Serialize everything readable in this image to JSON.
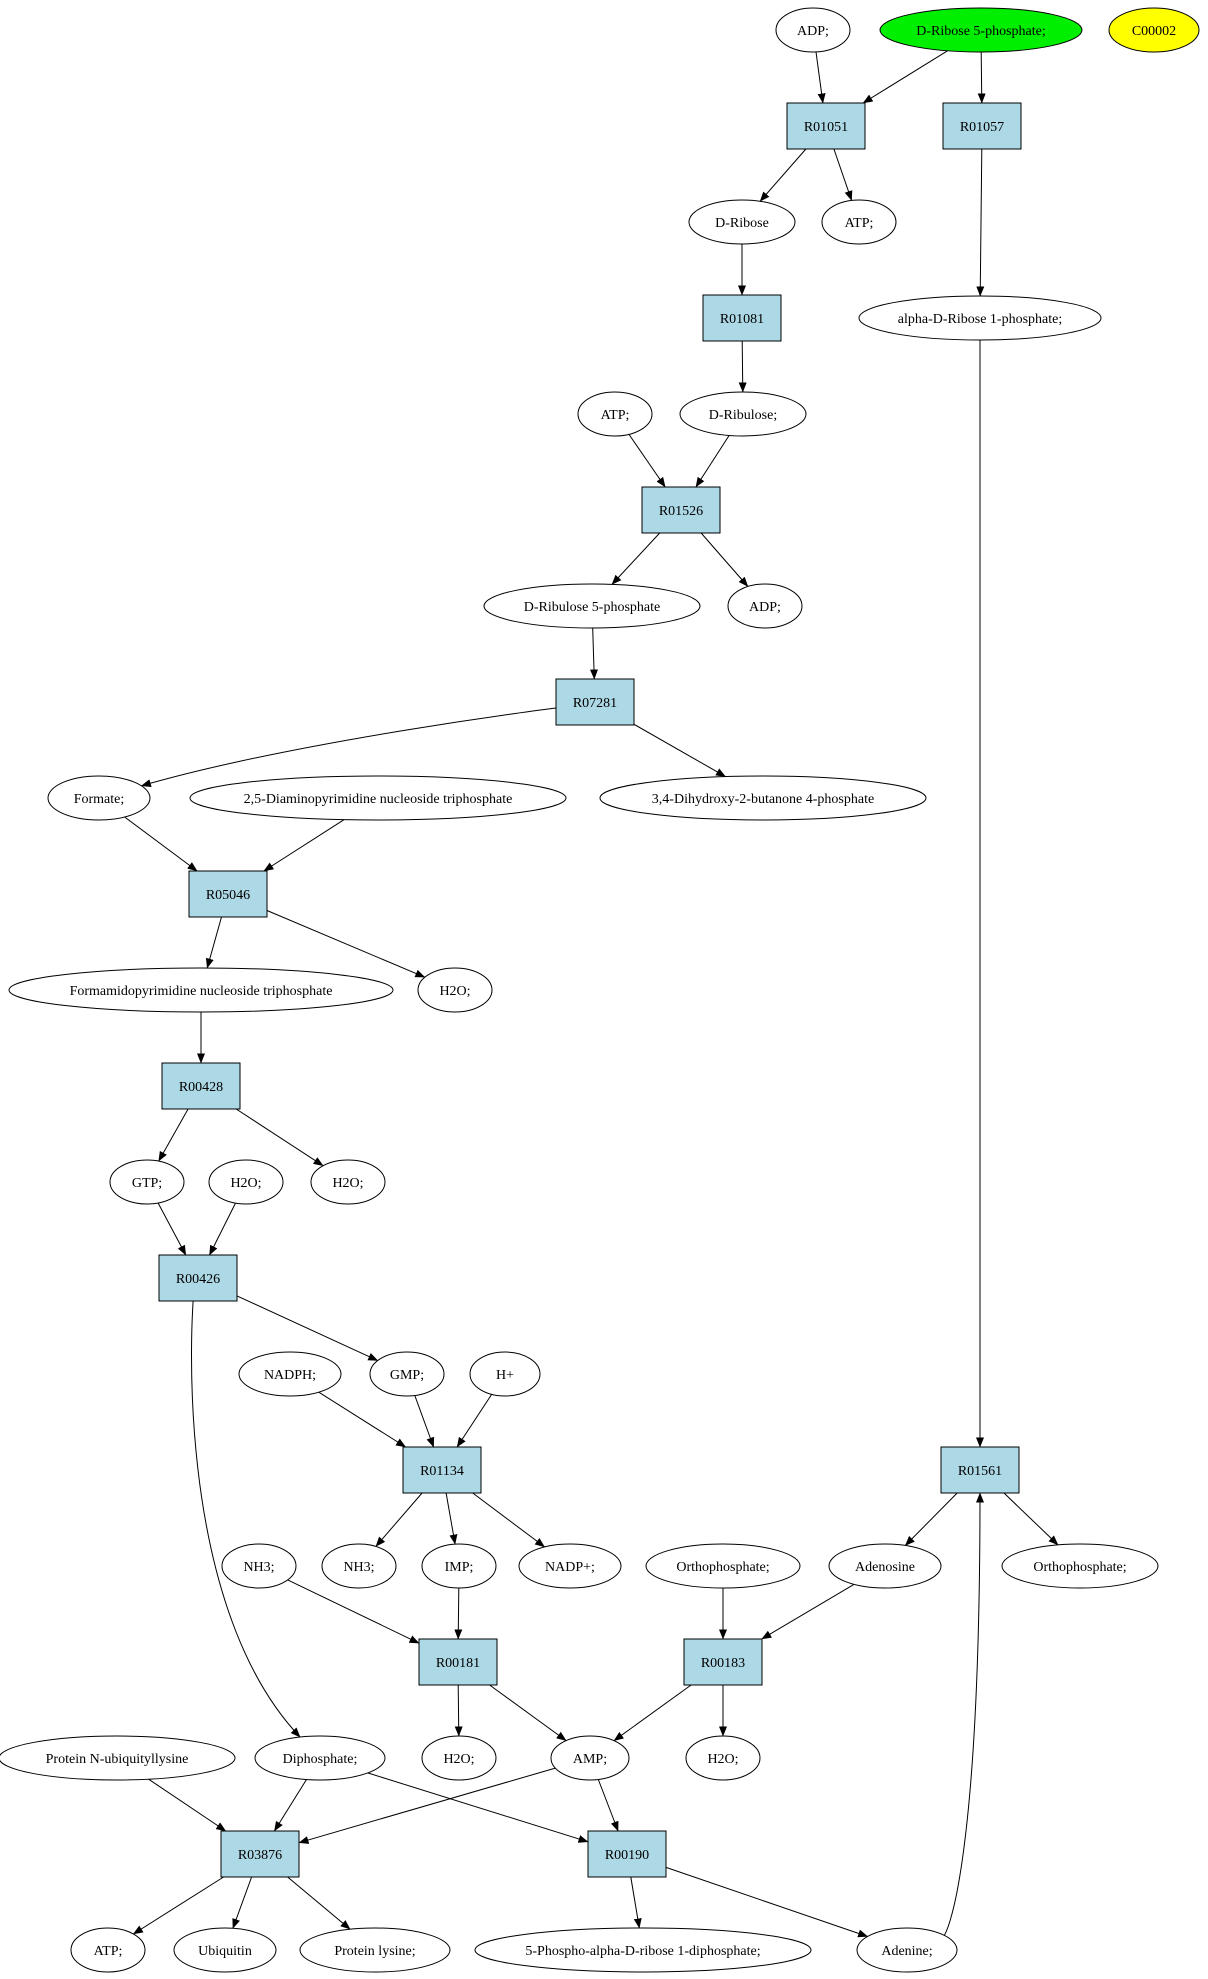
{
  "diagram": {
    "colors": {
      "reaction": "#add8e6",
      "compound": "#ffffff",
      "highlight_green": "#00ee00",
      "highlight_yellow": "#ffff00",
      "edge": "#000000"
    },
    "reactions": [
      {
        "id": "R01051",
        "label": "R01051"
      },
      {
        "id": "R01057",
        "label": "R01057"
      },
      {
        "id": "R01081",
        "label": "R01081"
      },
      {
        "id": "R01526",
        "label": "R01526"
      },
      {
        "id": "R07281",
        "label": "R07281"
      },
      {
        "id": "R05046",
        "label": "R05046"
      },
      {
        "id": "R00428",
        "label": "R00428"
      },
      {
        "id": "R00426",
        "label": "R00426"
      },
      {
        "id": "R01134",
        "label": "R01134"
      },
      {
        "id": "R01561",
        "label": "R01561"
      },
      {
        "id": "R00181",
        "label": "R00181"
      },
      {
        "id": "R00183",
        "label": "R00183"
      },
      {
        "id": "R03876",
        "label": "R03876"
      },
      {
        "id": "R00190",
        "label": "R00190"
      }
    ],
    "compounds": [
      {
        "id": "adp1",
        "label": "ADP;"
      },
      {
        "id": "rib5p",
        "label": "D-Ribose 5-phosphate;",
        "fill": "green"
      },
      {
        "id": "c00002",
        "label": "C00002",
        "fill": "yellow"
      },
      {
        "id": "dribose",
        "label": "D-Ribose"
      },
      {
        "id": "atp1",
        "label": "ATP;"
      },
      {
        "id": "ar1p",
        "label": "alpha-D-Ribose 1-phosphate;"
      },
      {
        "id": "atp2",
        "label": "ATP;"
      },
      {
        "id": "dribulose",
        "label": "D-Ribulose;"
      },
      {
        "id": "ribu5p",
        "label": "D-Ribulose 5-phosphate"
      },
      {
        "id": "adp2",
        "label": "ADP;"
      },
      {
        "id": "formate",
        "label": "Formate;"
      },
      {
        "id": "dapnt",
        "label": "2,5-Diaminopyrimidine nucleoside triphosphate"
      },
      {
        "id": "dhbp",
        "label": "3,4-Dihydroxy-2-butanone 4-phosphate"
      },
      {
        "id": "fapnt",
        "label": "Formamidopyrimidine nucleoside triphosphate"
      },
      {
        "id": "h2o1",
        "label": "H2O;"
      },
      {
        "id": "gtp",
        "label": "GTP;"
      },
      {
        "id": "h2o2",
        "label": "H2O;"
      },
      {
        "id": "h2o3",
        "label": "H2O;"
      },
      {
        "id": "nadph",
        "label": "NADPH;"
      },
      {
        "id": "gmp",
        "label": "GMP;"
      },
      {
        "id": "hplus",
        "label": "H+"
      },
      {
        "id": "nh3a",
        "label": "NH3;"
      },
      {
        "id": "nh3b",
        "label": "NH3;"
      },
      {
        "id": "imp",
        "label": "IMP;"
      },
      {
        "id": "nadpplus",
        "label": "NADP+;"
      },
      {
        "id": "ortho1",
        "label": "Orthophosphate;"
      },
      {
        "id": "adenosine",
        "label": "Adenosine"
      },
      {
        "id": "ortho2",
        "label": "Orthophosphate;"
      },
      {
        "id": "protub",
        "label": "Protein N-ubiquityllysine"
      },
      {
        "id": "diphos",
        "label": "Diphosphate;"
      },
      {
        "id": "h2o4",
        "label": "H2O;"
      },
      {
        "id": "amp",
        "label": "AMP;"
      },
      {
        "id": "h2o5",
        "label": "H2O;"
      },
      {
        "id": "atp3",
        "label": "ATP;"
      },
      {
        "id": "ubiquitin",
        "label": "Ubiquitin"
      },
      {
        "id": "protlys",
        "label": "Protein lysine;"
      },
      {
        "id": "prpp",
        "label": "5-Phospho-alpha-D-ribose 1-diphosphate;"
      },
      {
        "id": "adenine",
        "label": "Adenine;"
      }
    ],
    "edges": [
      [
        "adp1",
        "R01051"
      ],
      [
        "rib5p",
        "R01051"
      ],
      [
        "rib5p",
        "R01057"
      ],
      [
        "R01051",
        "dribose"
      ],
      [
        "R01051",
        "atp1"
      ],
      [
        "dribose",
        "R01081"
      ],
      [
        "R01057",
        "ar1p"
      ],
      [
        "R01081",
        "dribulose"
      ],
      [
        "atp2",
        "R01526"
      ],
      [
        "dribulose",
        "R01526"
      ],
      [
        "R01526",
        "ribu5p"
      ],
      [
        "R01526",
        "adp2"
      ],
      [
        "ribu5p",
        "R07281"
      ],
      [
        "R07281",
        "formate"
      ],
      [
        "R07281",
        "dhbp"
      ],
      [
        "formate",
        "R05046"
      ],
      [
        "dapnt",
        "R05046"
      ],
      [
        "R05046",
        "fapnt"
      ],
      [
        "R05046",
        "h2o1"
      ],
      [
        "fapnt",
        "R00428"
      ],
      [
        "R00428",
        "gtp"
      ],
      [
        "R00428",
        "h2o3"
      ],
      [
        "gtp",
        "R00426"
      ],
      [
        "h2o2",
        "R00426"
      ],
      [
        "R00426",
        "gmp"
      ],
      [
        "R00426",
        "diphos"
      ],
      [
        "nadph",
        "R01134"
      ],
      [
        "gmp",
        "R01134"
      ],
      [
        "hplus",
        "R01134"
      ],
      [
        "R01134",
        "nh3b"
      ],
      [
        "R01134",
        "imp"
      ],
      [
        "R01134",
        "nadpplus"
      ],
      [
        "ar1p",
        "R01561"
      ],
      [
        "R01561",
        "adenosine"
      ],
      [
        "R01561",
        "ortho2"
      ],
      [
        "nh3a",
        "R00181"
      ],
      [
        "imp",
        "R00181"
      ],
      [
        "ortho1",
        "R00183"
      ],
      [
        "adenosine",
        "R00183"
      ],
      [
        "R00181",
        "h2o4"
      ],
      [
        "R00181",
        "amp"
      ],
      [
        "R00183",
        "amp"
      ],
      [
        "R00183",
        "h2o5"
      ],
      [
        "protub",
        "R03876"
      ],
      [
        "diphos",
        "R03876"
      ],
      [
        "amp",
        "R03876"
      ],
      [
        "amp",
        "R00190"
      ],
      [
        "diphos",
        "R00190"
      ],
      [
        "R03876",
        "atp3"
      ],
      [
        "R03876",
        "ubiquitin"
      ],
      [
        "R03876",
        "protlys"
      ],
      [
        "R00190",
        "prpp"
      ],
      [
        "R00190",
        "adenine"
      ],
      [
        "adenine",
        "R01561"
      ]
    ]
  }
}
